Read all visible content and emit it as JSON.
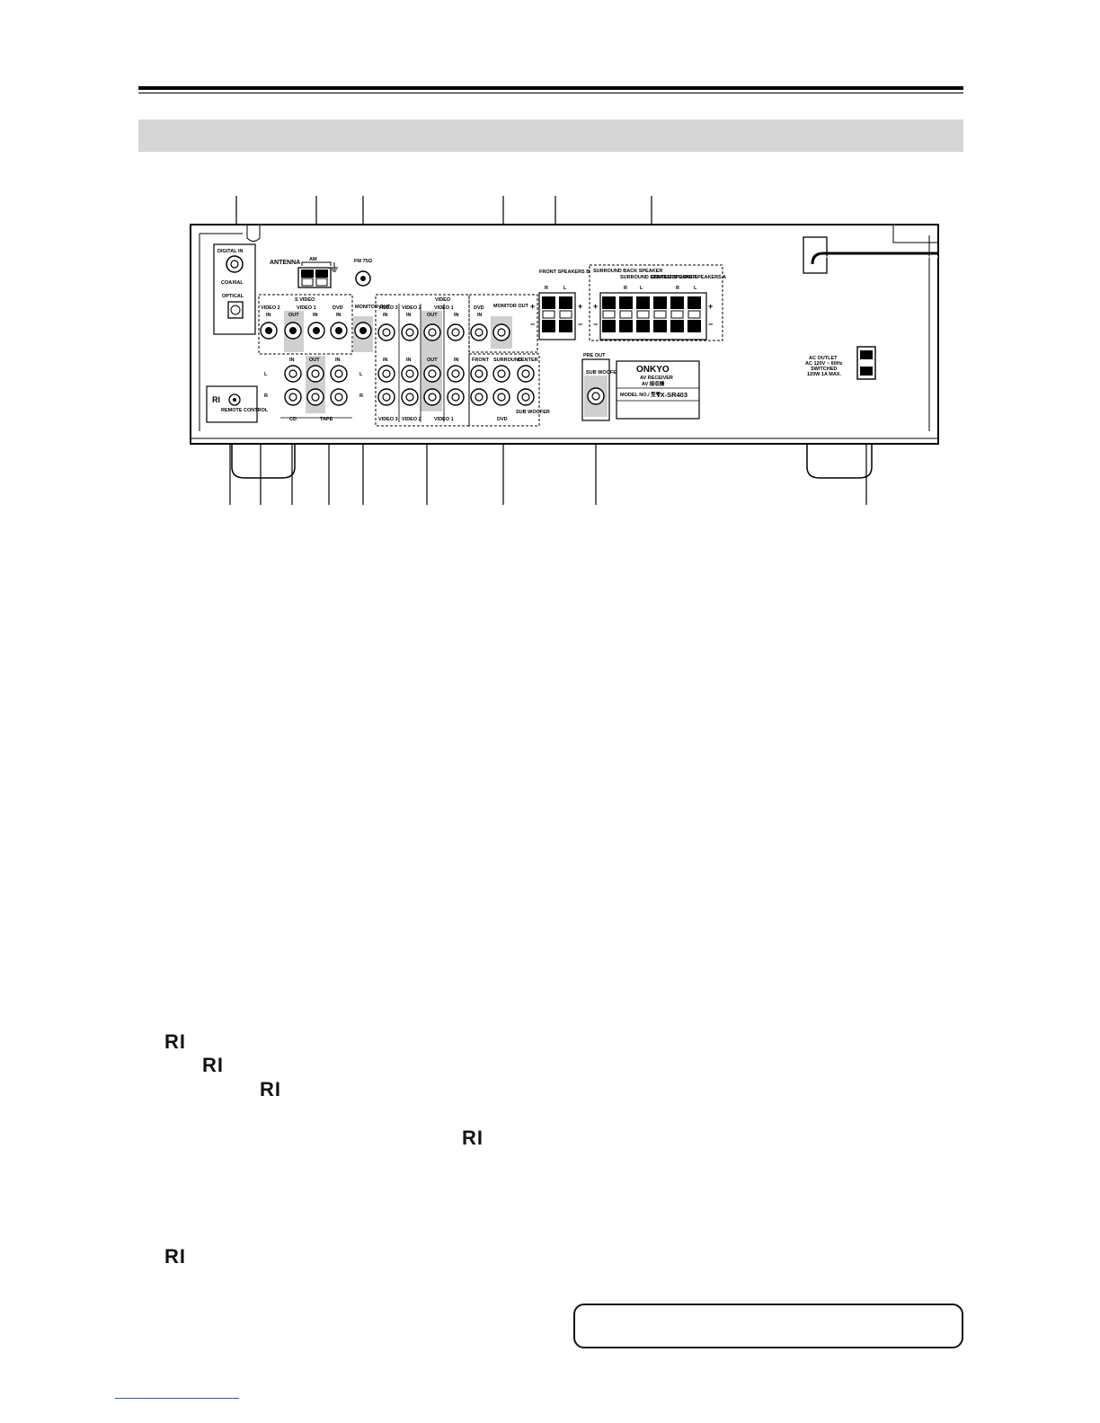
{
  "panel": {
    "digital_in": "DIGITAL IN",
    "coaxial": "COAXIAL",
    "optical": "OPTICAL",
    "antenna": "ANTENNA",
    "am": "AM",
    "fm": "FM 75Ω",
    "s_video": "S VIDEO",
    "video": "VIDEO",
    "video1": "VIDEO 1",
    "video2": "VIDEO 2",
    "video3": "VIDEO 3",
    "dvd": "DVD",
    "in": "IN",
    "out": "OUT",
    "monitor_out": "MONITOR OUT",
    "front_speakers_b": "FRONT SPEAKERS B",
    "front_speakers_a": "FRONT SPEAKERS A",
    "surround_back_speaker": "SURROUND BACK SPEAKER",
    "surround_speakers": "SURROUND SPEAKERS",
    "center_speaker": "CENTER SPEAKER",
    "r": "R",
    "l": "L",
    "plus": "+",
    "minus": "−",
    "remote_control": "REMOTE CONTROL",
    "cd": "CD",
    "tape": "TAPE",
    "front": "FRONT",
    "surround": "SURROUND",
    "center": "CENTER",
    "subwoofer": "SUB WOOFER",
    "pre_out": "PRE OUT",
    "brand": "ONKYO",
    "product": "AV RECEIVER",
    "product_alt": "AV 接収機",
    "model_prefix": "MODEL NO./ 型号",
    "model": "TX-SR403",
    "ac_outlet": "AC OUTLET",
    "ac_spec1": "AC 120V ~ 60Hz",
    "ac_spec2": "SWITCHED",
    "ac_spec3": "120W 1A MAX."
  },
  "ri_marks": [
    "RI",
    "RI",
    "RI",
    "RI",
    "RI"
  ]
}
